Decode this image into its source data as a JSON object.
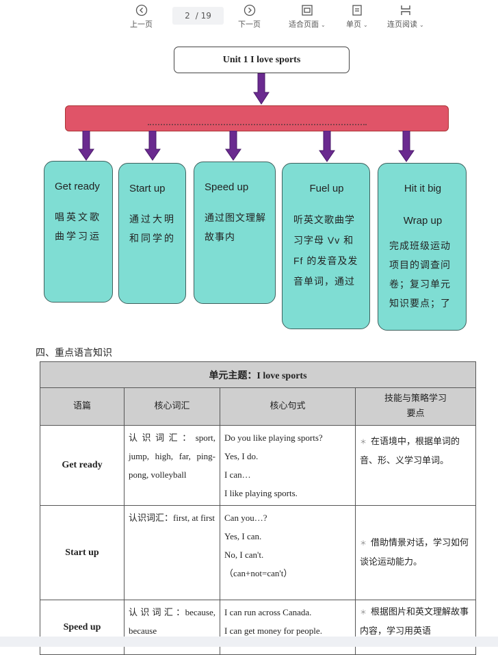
{
  "toolbar": {
    "prev_label": "上一页",
    "next_label": "下一页",
    "page_current": "2",
    "page_total": "/ 19",
    "fit_label": "适合页面",
    "single_label": "单页",
    "continuous_label": "连页阅读",
    "caret": "⌄"
  },
  "diagram": {
    "title": "Unit 1 I love sports",
    "cards": [
      {
        "head": "Get ready",
        "body": "唱英文歌曲学习运"
      },
      {
        "head": "Start up",
        "body": "通过大明和同学的"
      },
      {
        "head": "Speed up",
        "body": "通过图文理解故事内"
      },
      {
        "head": "Fuel up",
        "body": "听英文歌曲学习字母 Vv 和 Ff 的发音及发音单词，通过"
      },
      {
        "head": "Hit it big",
        "head2": "Wrap up",
        "body": "完成班级运动项目的调查问卷；复习单元知识要点；了"
      }
    ]
  },
  "section_heading": "四、重点语言知识",
  "table": {
    "title": "单元主题：I love sports",
    "headers": [
      "语篇",
      "核心词汇",
      "核心句式",
      "技能与策略学习要点"
    ],
    "rows": [
      {
        "lesson": "Get ready",
        "vocab": "认识词汇：sport, jump, high, far, ping-pong, volleyball",
        "sentences": [
          "Do you like playing sports?",
          "Yes, I do.",
          "I can…",
          "I like playing sports."
        ],
        "skill": "在语境中，根据单词的音、形、义学习单词。"
      },
      {
        "lesson": "Start up",
        "vocab": "认识词汇：first, at first",
        "sentences": [
          "Can you…?",
          "Yes, I can.",
          "No, I can't.",
          "（can+not=can't）"
        ],
        "skill": "借助情景对话，学习如何谈论运动能力。"
      },
      {
        "lesson": "Speed up",
        "vocab": "认 识 词 汇 ：because, because",
        "sentences": [
          "I can run across Canada.",
          "I can get money for people."
        ],
        "skill": "根据图片和英文理解故事内容，学习用英语"
      }
    ],
    "star": "＊"
  },
  "colors": {
    "card_fill": "#7fddd3",
    "bar_fill": "#e05468",
    "arrow_fill": "#6a2a8f",
    "header_fill": "#cfcfcf"
  }
}
